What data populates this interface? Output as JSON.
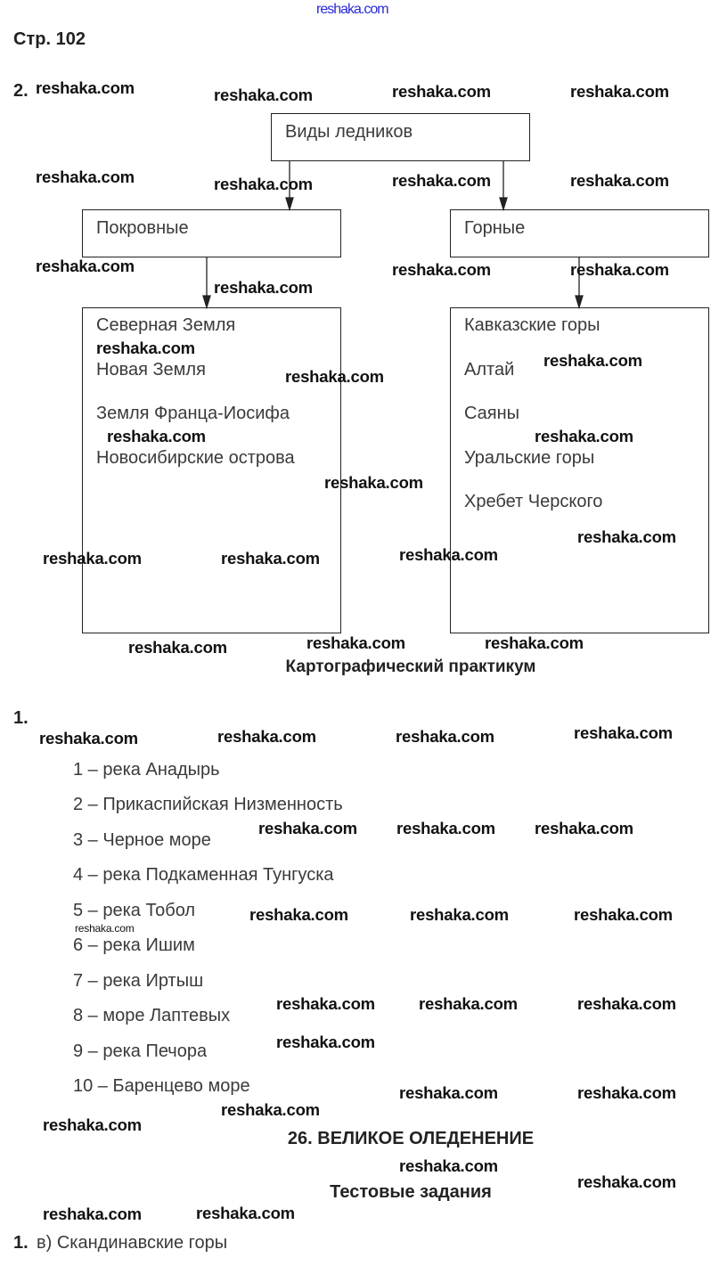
{
  "header_watermark": "reshaka.com",
  "page_ref": "Стр. 102",
  "task2": {
    "number": "2.",
    "root": "Виды ледников",
    "left": {
      "title": "Покровные",
      "items": [
        "Северная Земля",
        "Новая Земля",
        "Земля Франца-Иосифа",
        "Новосибирские острова"
      ]
    },
    "right": {
      "title": "Горные",
      "items": [
        "Кавказские горы",
        "Алтай",
        "Саяны",
        "Уральские горы",
        "Хребет Черского"
      ]
    }
  },
  "section_cartography": "Картографический практикум",
  "task1": {
    "number": "1.",
    "items": [
      "1 – река Анадырь",
      "2 – Прикаспийская Низменность",
      "3 – Черное море",
      "4 – река Подкаменная Тунгуска",
      "5 – река Тобол",
      "6 – река Ишим",
      "7 – река Иртыш",
      "8 – море Лаптевых",
      "9 – река Печора",
      "10 – Баренцево море"
    ]
  },
  "chapter_title": "26. ВЕЛИКОЕ ОЛЕДЕНЕНИЕ",
  "tests_title": "Тестовые задания",
  "test1": {
    "number": "1.",
    "answer": "в) Скандинавские горы"
  },
  "watermark": "reshaka.com"
}
